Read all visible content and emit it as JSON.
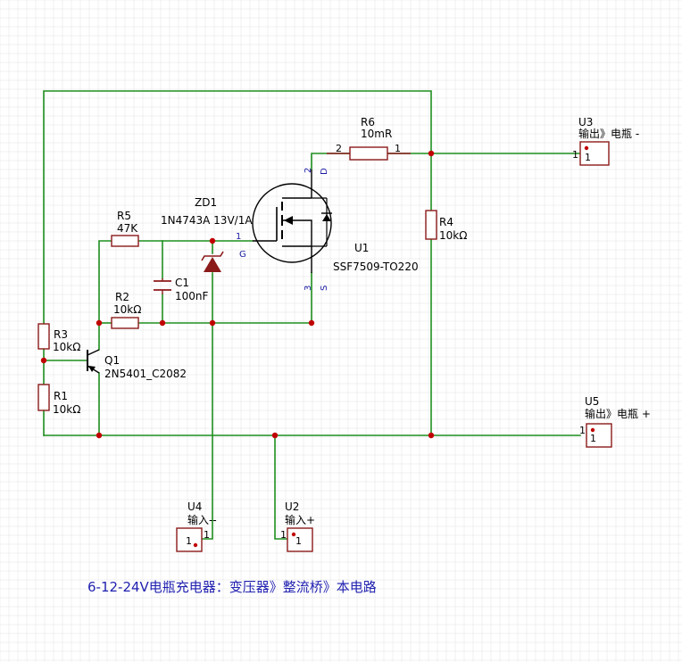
{
  "colors": {
    "wire": "#1f8f1f",
    "component": "#8b1a1a",
    "junction": "#c00000",
    "pin_number": "#1a1aa0",
    "title": "#1f1fb0",
    "grid": "#d8d8d8"
  },
  "components": {
    "R6": {
      "ref": "R6",
      "value": "10mR",
      "pin_left": "2",
      "pin_right": "1"
    },
    "U1": {
      "ref": "U1",
      "value": "SSF7509-TO220",
      "pin_gate": "1",
      "pin_drain": "2",
      "pin_source": "3",
      "label_g": "G",
      "label_d": "D",
      "label_s": "S"
    },
    "ZD1": {
      "ref": "ZD1",
      "value": "1N4743A 13V/1A"
    },
    "R5": {
      "ref": "R5",
      "value": "47K"
    },
    "C1": {
      "ref": "C1",
      "value": "100nF"
    },
    "R2": {
      "ref": "R2",
      "value": "10kΩ"
    },
    "R3": {
      "ref": "R3",
      "value": "10kΩ"
    },
    "R1": {
      "ref": "R1",
      "value": "10kΩ"
    },
    "Q1": {
      "ref": "Q1",
      "value": "2N5401_C2082"
    },
    "R4": {
      "ref": "R4",
      "value": "10kΩ"
    }
  },
  "connectors": {
    "U3": {
      "ref": "U3",
      "label": "输出》电瓶 -",
      "pin": "1",
      "pin_box": "1"
    },
    "U5": {
      "ref": "U5",
      "label": "输出》电瓶 +",
      "pin": "1",
      "pin_box": "1"
    },
    "U4": {
      "ref": "U4",
      "label": "输入--",
      "pin": "1",
      "pin_box": "1"
    },
    "U2": {
      "ref": "U2",
      "label": "输入+",
      "pin": "1",
      "pin_box": "1"
    }
  },
  "title": "6-12-24V电瓶充电器：变压器》整流桥》本电路"
}
